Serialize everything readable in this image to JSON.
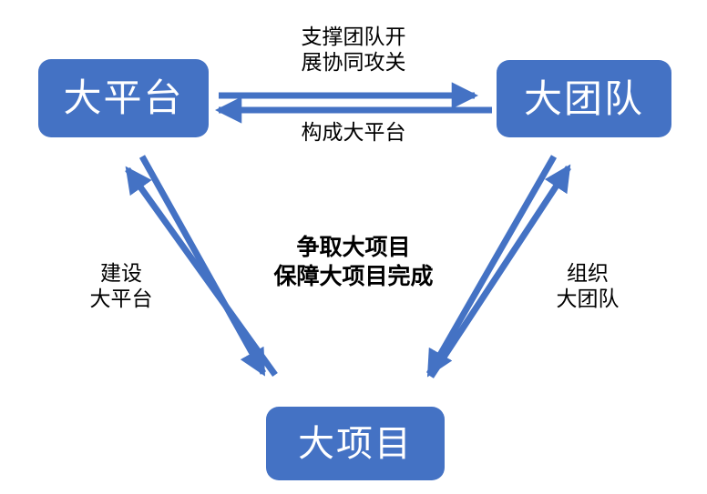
{
  "diagram": {
    "title": "",
    "background_color": "#FFFFFF",
    "node_fill_color": "#4472C4",
    "node_text_color": "#FFFFFF",
    "arrow_color": "#4472C4",
    "label_text_color": "#000000",
    "nodes": [
      {
        "id": "platform",
        "label": "大平台"
      },
      {
        "id": "team",
        "label": "大团队"
      },
      {
        "id": "project",
        "label": "大项目"
      }
    ],
    "edge_labels": {
      "support": "支撑团队开\n展协同攻关",
      "compose": "构成大平台",
      "build": "建设\n大平台",
      "organize": "组织\n大团队"
    },
    "center_text": "争取大项目\n保障大项目完成",
    "arrows": [
      {
        "id": "platform-to-team",
        "from": "platform",
        "to": "team",
        "label_key": "support",
        "direction": "right"
      },
      {
        "id": "team-to-platform",
        "from": "team",
        "to": "platform",
        "label_key": "compose",
        "direction": "left"
      },
      {
        "id": "project-to-platform",
        "from": "project",
        "to": "platform",
        "label_key": "build",
        "direction": "up-left"
      },
      {
        "id": "platform-to-project",
        "from": "platform",
        "to": "project",
        "label_key": "build",
        "direction": "down-right"
      },
      {
        "id": "project-to-team",
        "from": "project",
        "to": "team",
        "label_key": "organize",
        "direction": "up-right"
      },
      {
        "id": "team-to-project",
        "from": "team",
        "to": "project",
        "label_key": "organize",
        "direction": "down-left"
      }
    ]
  }
}
